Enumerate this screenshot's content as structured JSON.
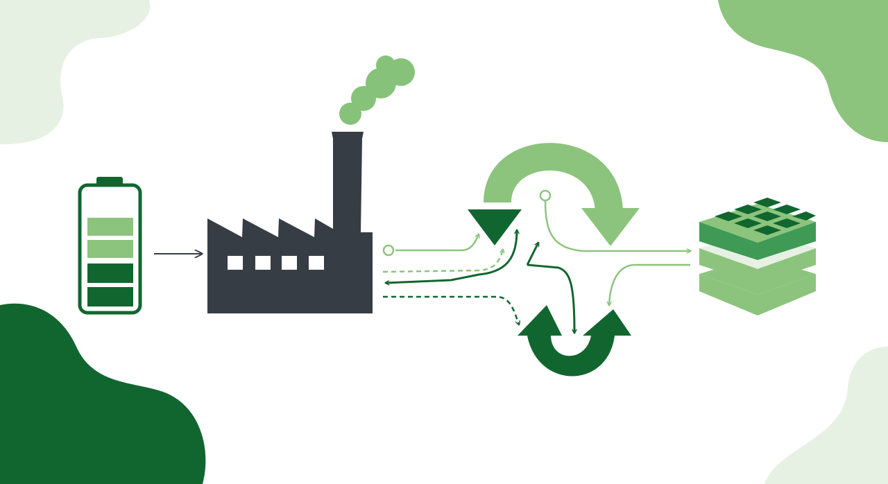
{
  "colors": {
    "dark_green": "#11662f",
    "mid_green": "#3f9a55",
    "light_green": "#8cc47d",
    "pale_green": "#e6f1e3",
    "charcoal": "#363d44",
    "smoke_green": "#86c27a",
    "background": "#ffffff"
  },
  "diagram": {
    "nodes": [
      {
        "id": "battery",
        "icon": "battery-icon",
        "charge_level_segments": 4
      },
      {
        "id": "factory",
        "icon": "factory-icon",
        "windows": 4
      },
      {
        "id": "recycle-loop-top",
        "icon": "recycle-loop-arrow-icon"
      },
      {
        "id": "recycle-loop-bottom",
        "icon": "recycle-loop-arrow-icon"
      },
      {
        "id": "material-stack",
        "icon": "layered-material-block-icon"
      }
    ],
    "edges": [
      {
        "from": "battery",
        "to": "factory",
        "style": "solid"
      },
      {
        "from": "factory",
        "to": "recycle-loop-top",
        "style": "solid"
      },
      {
        "from": "factory",
        "to": "recycle-loop-top",
        "style": "dashed"
      },
      {
        "from": "recycle-loop-top",
        "to": "factory",
        "style": "solid"
      },
      {
        "from": "factory",
        "to": "recycle-loop-bottom",
        "style": "dashed"
      },
      {
        "from": "recycle-loop-top",
        "to": "material-stack",
        "style": "solid"
      },
      {
        "from": "material-stack",
        "to": "recycle-loop-bottom",
        "style": "solid"
      },
      {
        "from": "recycle-loop-top",
        "to": "recycle-loop-bottom",
        "style": "solid"
      }
    ]
  }
}
